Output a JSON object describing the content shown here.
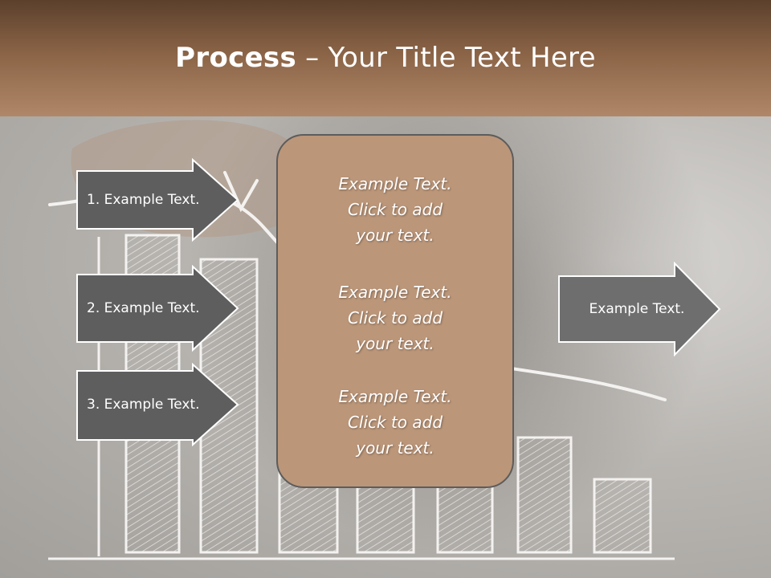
{
  "slide": {
    "title_bold": "Process",
    "title_rest": " – Your Title Text Here"
  },
  "left_arrows": [
    {
      "label": "1. Example Text."
    },
    {
      "label": "2. Example Text."
    },
    {
      "label": "3. Example Text."
    }
  ],
  "center": {
    "paragraphs": [
      {
        "line1": "Example Text.",
        "line2": "Click  to add",
        "line3": "your text."
      },
      {
        "line1": "Example Text.",
        "line2": "Click  to add",
        "line3": "your text."
      },
      {
        "line1": "Example Text.",
        "line2": "Click  to add",
        "line3": "your text."
      }
    ]
  },
  "right_arrow": {
    "label": "Example Text."
  },
  "colors": {
    "header_dark": "#5b402c",
    "header_light": "#b08768",
    "center_box": "#bb9679",
    "arrow_fill_dark": "#5d5d5d",
    "arrow_fill_light": "#6e6e6e"
  }
}
